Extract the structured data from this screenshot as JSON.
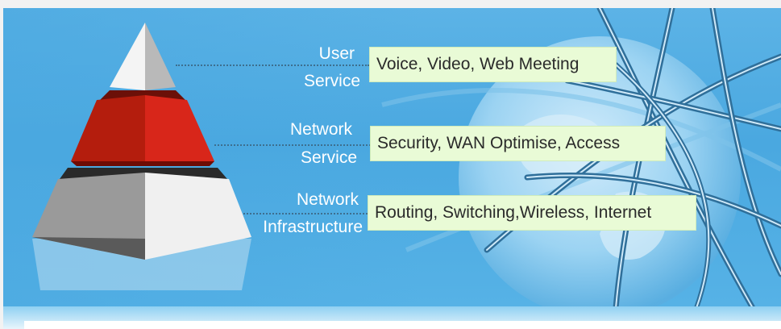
{
  "layers": [
    {
      "label_lines": [
        "User",
        "Service"
      ],
      "services": "Voice, Video, Web Meeting",
      "color": "#c0c0c0"
    },
    {
      "label_lines": [
        "Network",
        "Service"
      ],
      "services": "Security, WAN Optimise, Access",
      "color": "#b22010"
    },
    {
      "label_lines": [
        "Network",
        "Infrastructure"
      ],
      "services": "Routing, Switching,Wireless, Internet",
      "color": "#a8a8a8"
    }
  ]
}
